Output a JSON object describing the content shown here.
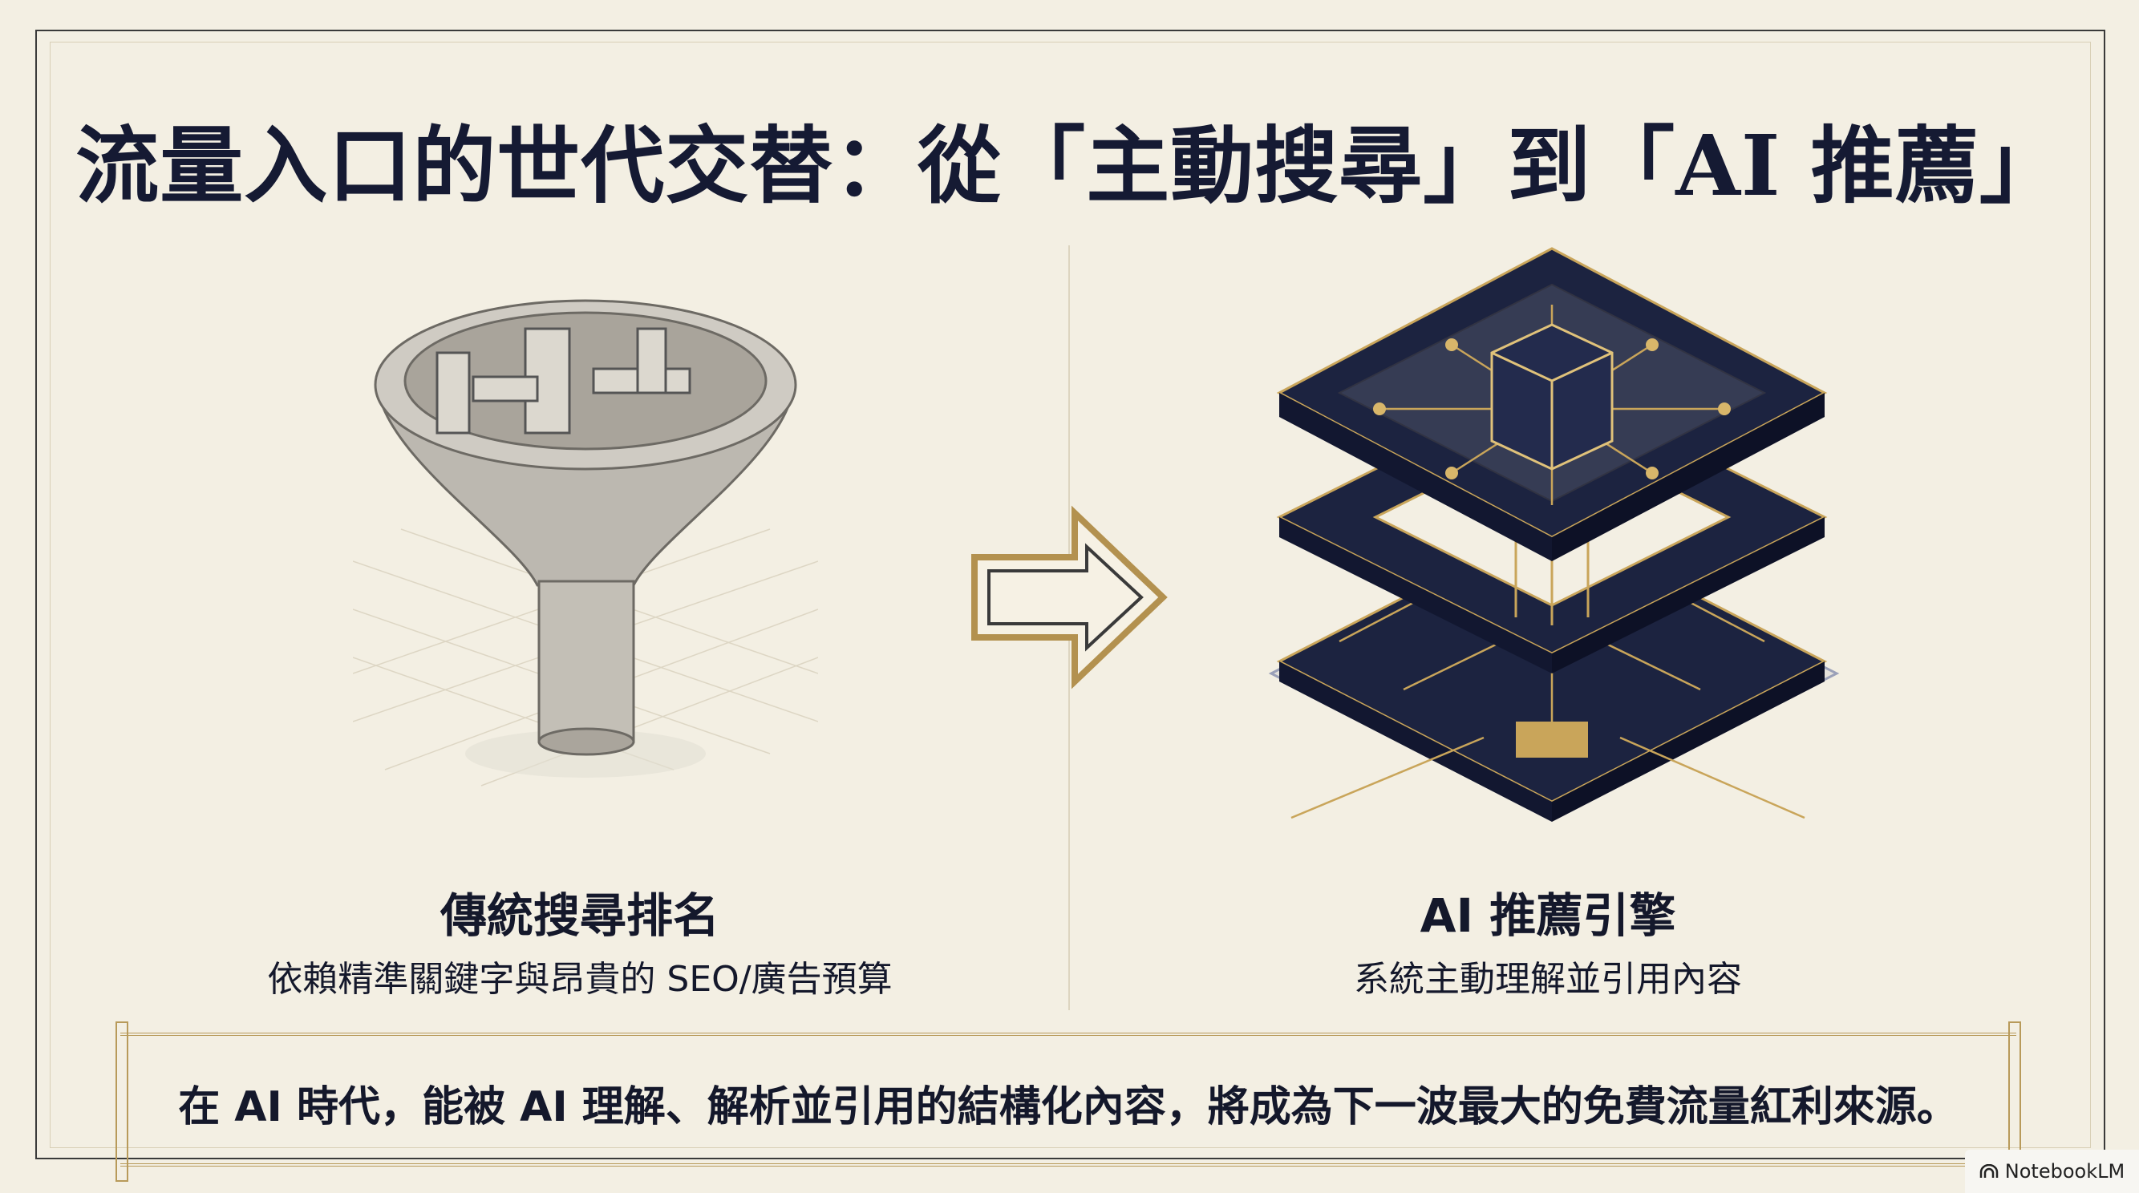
{
  "title": "流量入口的世代交替：從「主動搜尋」到「AI 推薦」",
  "left": {
    "heading": "傳統搜尋排名",
    "subtitle": "依賴精準關鍵字與昂貴的 SEO/廣告預算",
    "icon": "funnel-icon"
  },
  "transition_icon": "arrow-right-icon",
  "right": {
    "heading": "AI 推薦引擎",
    "subtitle": "系統主動理解並引用內容",
    "icon": "ai-engine-stack-icon"
  },
  "banner": {
    "text": "在 AI 時代，能被 AI 理解、解析並引用的結構化內容，將成為下一波最大的免費流量紅利來源。"
  },
  "watermark": {
    "label": "NotebookLM"
  },
  "colors": {
    "background": "#f3efe3",
    "navy": "#1c2340",
    "gold": "#c9a55a",
    "text": "#14182b"
  }
}
